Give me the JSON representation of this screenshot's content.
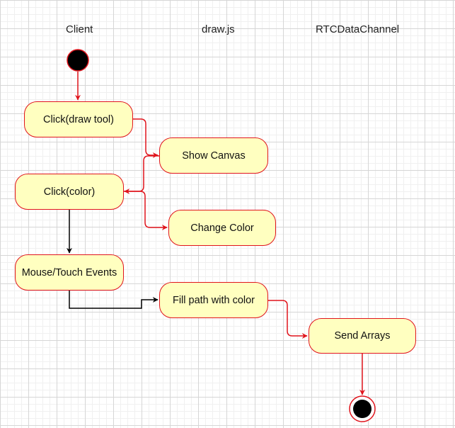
{
  "lanes": {
    "client": "Client",
    "drawjs": "draw.js",
    "rtc": "RTCDataChannel"
  },
  "nodes": {
    "click_draw_tool": "Click(draw tool)",
    "show_canvas": "Show Canvas",
    "click_color": "Click(color)",
    "change_color": "Change Color",
    "mouse_touch_events": "Mouse/Touch Events",
    "fill_path": "Fill path with color",
    "send_arrays": "Send Arrays"
  },
  "colors": {
    "node_fill": "#ffffc0",
    "node_border": "#e0141c",
    "red_edge": "#e0141c",
    "black_edge": "#000000"
  }
}
